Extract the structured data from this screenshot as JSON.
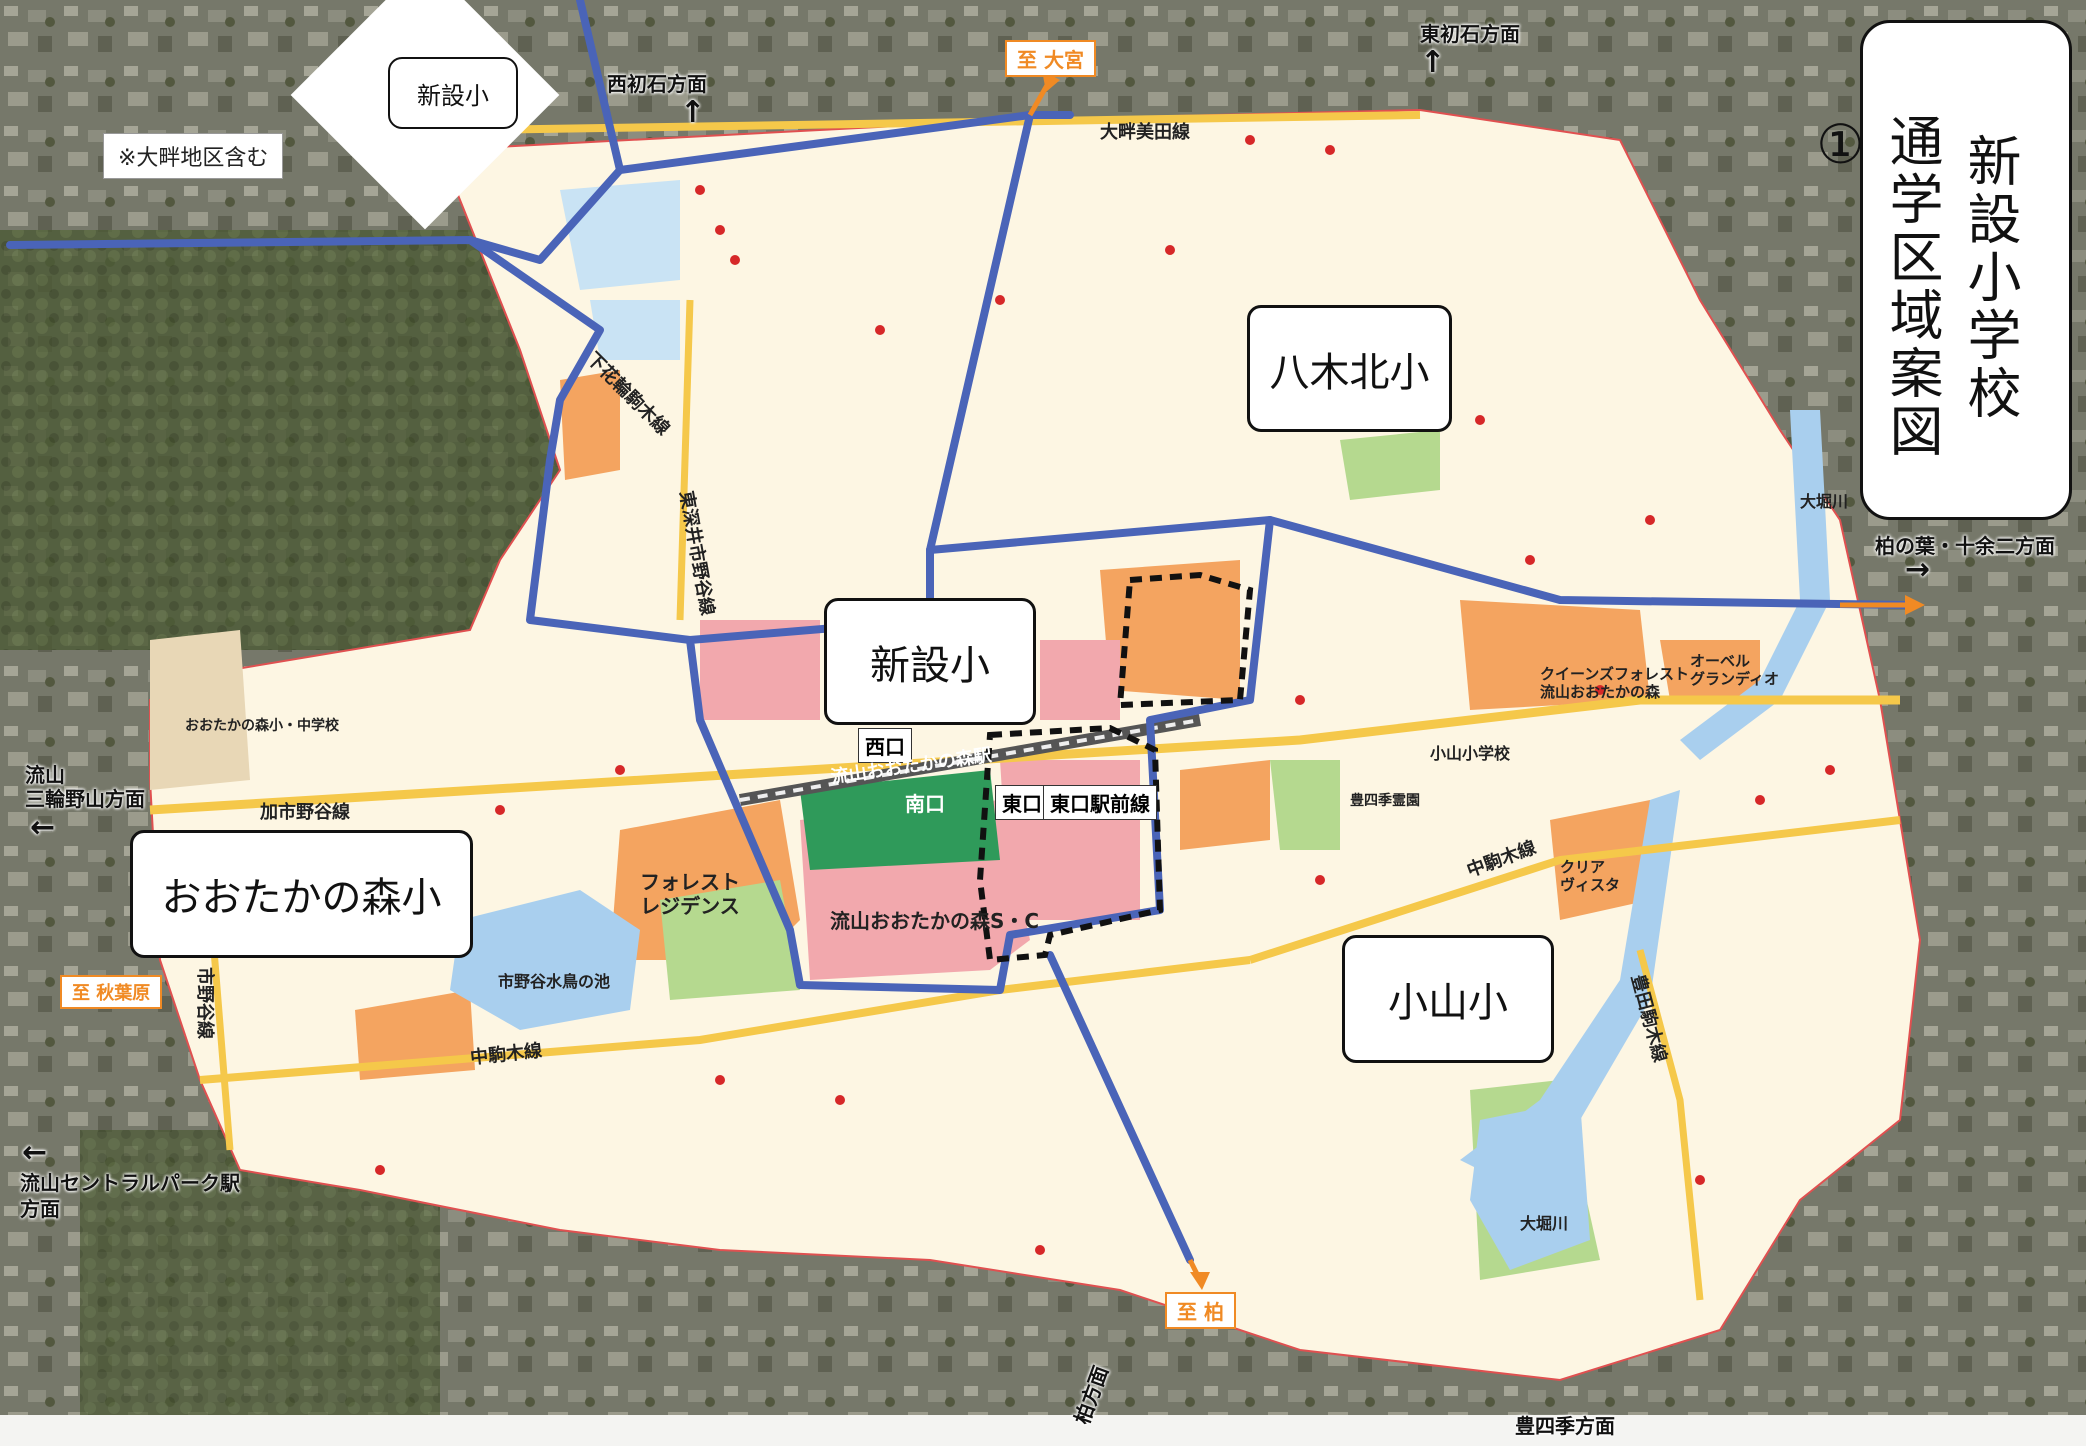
{
  "title": {
    "line1": "新設小学校",
    "line2": "通学区域案図①"
  },
  "schools": {
    "shinsetsu_top": "新設小",
    "shinsetsu_center": "新設小",
    "yagi_kita": "八木北小",
    "otakanomori": "おおたかの森小",
    "koyama": "小山小"
  },
  "notes": {
    "obata": "※大畔地区含む"
  },
  "directions": {
    "nishi_hatsuishi": "西初石方面",
    "higashi_hatsuishi": "東初石方面",
    "to_omiya": "至 大宮",
    "kashiwa_tokane": "柏の葉・十余二方面",
    "nagareyama_mitsuno": "流山\n三輪野山方面",
    "central_park": "流山セントラルパーク駅\n方面",
    "to_kashiwa": "至 柏",
    "toyoshiki": "豊四季方面",
    "kashiwa_dir": "柏方面",
    "to_akiba": "至 秋葉原"
  },
  "stations": {
    "nishiguchi": "西口",
    "minamiguchi": "南口",
    "higashiguchi": "東口",
    "higashiguchi_line": "東口駅前線",
    "otakanomori_station": "流山おおたかの森駅"
  },
  "roads": {
    "obata_mita": "大畔美田線",
    "kaichi_noya": "加市野谷線",
    "nakakomaki": "中駒木線",
    "nakakomaki2": "中駒木線",
    "shimohana": "下花輪駒木線",
    "toyota": "豊田駒木線",
    "tobu": "東深井市野谷線",
    "ichinoya": "市野谷線"
  },
  "landmarks": {
    "sc": "流山おおたかの森S・C",
    "forest_residence": "フォレスト\nレジデンス",
    "ichinoya_pond": "市野谷水鳥の池",
    "ohori_top": "大堀川",
    "ohori_bottom": "大堀川",
    "koyama_es": "小山小学校",
    "otakanomori_es": "おおたかの森小・中学校",
    "queens_forest": "クイーンズフォレスト\n流山おおたかの森",
    "oberu": "オーベル\nグランディオ",
    "clear_vista": "クリア\nヴィスタ",
    "toyoshiki_dai": "豊四季霊園"
  },
  "colors": {
    "boundary_line": "#4a64b8",
    "district_fill": "#fdf6e3",
    "residential_orange": "#f4a460",
    "commercial_pink": "#f2a8ad",
    "park_green": "#9fd38a",
    "water_blue": "#a9cfee",
    "aerial_dark": "#6b6f5e",
    "title_border": "#111111",
    "direction_tag": "#f08a24"
  }
}
